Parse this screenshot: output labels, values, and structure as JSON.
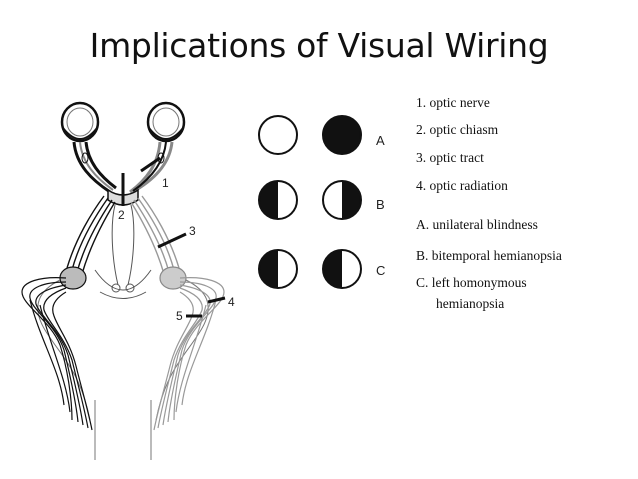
{
  "slide": {
    "title": "Implications of Visual Wiring"
  },
  "diagram": {
    "cut_markers": [
      "1",
      "2",
      "3",
      "4",
      "5"
    ],
    "field_rows": [
      {
        "label": "A",
        "left_eye": "normal",
        "right_eye": "blind"
      },
      {
        "label": "B",
        "left_eye": "left-half-blind",
        "right_eye": "right-half-blind"
      },
      {
        "label": "C",
        "left_eye": "left-half-blind",
        "right_eye": "left-half-blind"
      }
    ]
  },
  "legend": {
    "items": [
      "1. optic nerve",
      "2. optic chiasm",
      "3. optic tract",
      "4. optic radiation",
      "A. unilateral blindness",
      "B. bitemporal hemianopsia",
      "C. left homonymous",
      "hemianopsia"
    ]
  },
  "colors": {
    "ink": "#111111",
    "gray_tract": "#9a9a9a"
  }
}
